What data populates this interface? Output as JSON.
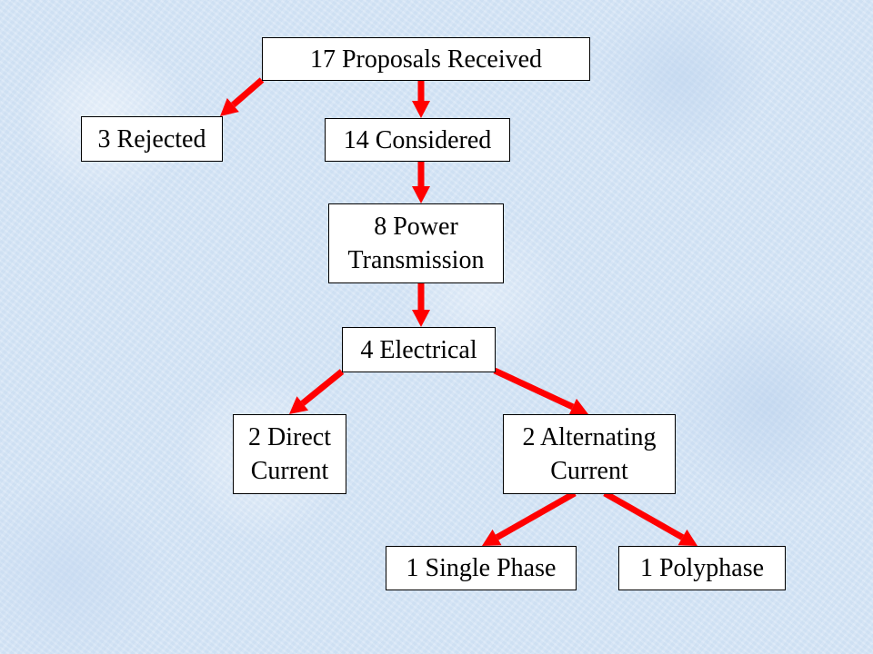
{
  "diagram": {
    "type": "flowchart-tree",
    "arrow_color": "#ff0000",
    "box_fill": "#ffffff",
    "box_border": "#000000",
    "background_color": "#d7e6f6",
    "nodes": [
      {
        "id": "proposals",
        "lines": [
          "17 Proposals Received"
        ]
      },
      {
        "id": "rejected",
        "lines": [
          "3 Rejected"
        ]
      },
      {
        "id": "considered",
        "lines": [
          "14 Considered"
        ]
      },
      {
        "id": "power",
        "lines": [
          "8 Power",
          "Transmission"
        ]
      },
      {
        "id": "electrical",
        "lines": [
          "4 Electrical"
        ]
      },
      {
        "id": "direct",
        "lines": [
          "2 Direct",
          "Current"
        ]
      },
      {
        "id": "alternating",
        "lines": [
          "2 Alternating",
          "Current"
        ]
      },
      {
        "id": "single",
        "lines": [
          "1 Single Phase"
        ]
      },
      {
        "id": "poly",
        "lines": [
          "1 Polyphase"
        ]
      }
    ],
    "edges": [
      {
        "from": "proposals",
        "to": "rejected"
      },
      {
        "from": "proposals",
        "to": "considered"
      },
      {
        "from": "considered",
        "to": "power"
      },
      {
        "from": "power",
        "to": "electrical"
      },
      {
        "from": "electrical",
        "to": "direct"
      },
      {
        "from": "electrical",
        "to": "alternating"
      },
      {
        "from": "alternating",
        "to": "single"
      },
      {
        "from": "alternating",
        "to": "poly"
      }
    ]
  }
}
